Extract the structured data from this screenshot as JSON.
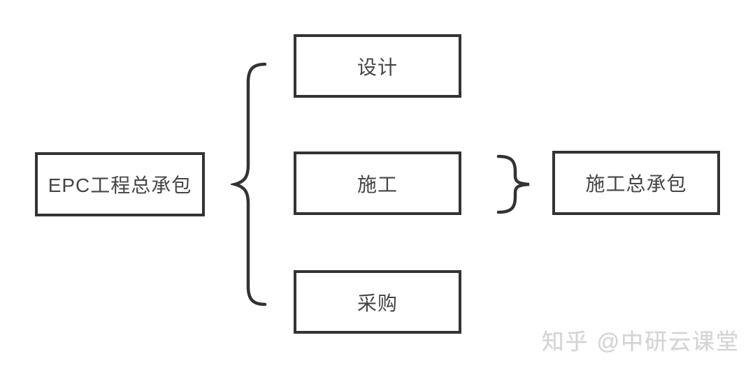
{
  "diagram": {
    "nodes": {
      "epc": {
        "label": "EPC工程总承包"
      },
      "design": {
        "label": "设计"
      },
      "construction": {
        "label": "施工"
      },
      "procurement": {
        "label": "采购"
      },
      "construction_general": {
        "label": "施工总承包"
      }
    },
    "colors": {
      "line": "#333333",
      "text": "#454545",
      "background": "#ffffff",
      "watermark": "#d4d4d4"
    },
    "watermark": {
      "text": "知乎 @中研云课堂"
    }
  }
}
